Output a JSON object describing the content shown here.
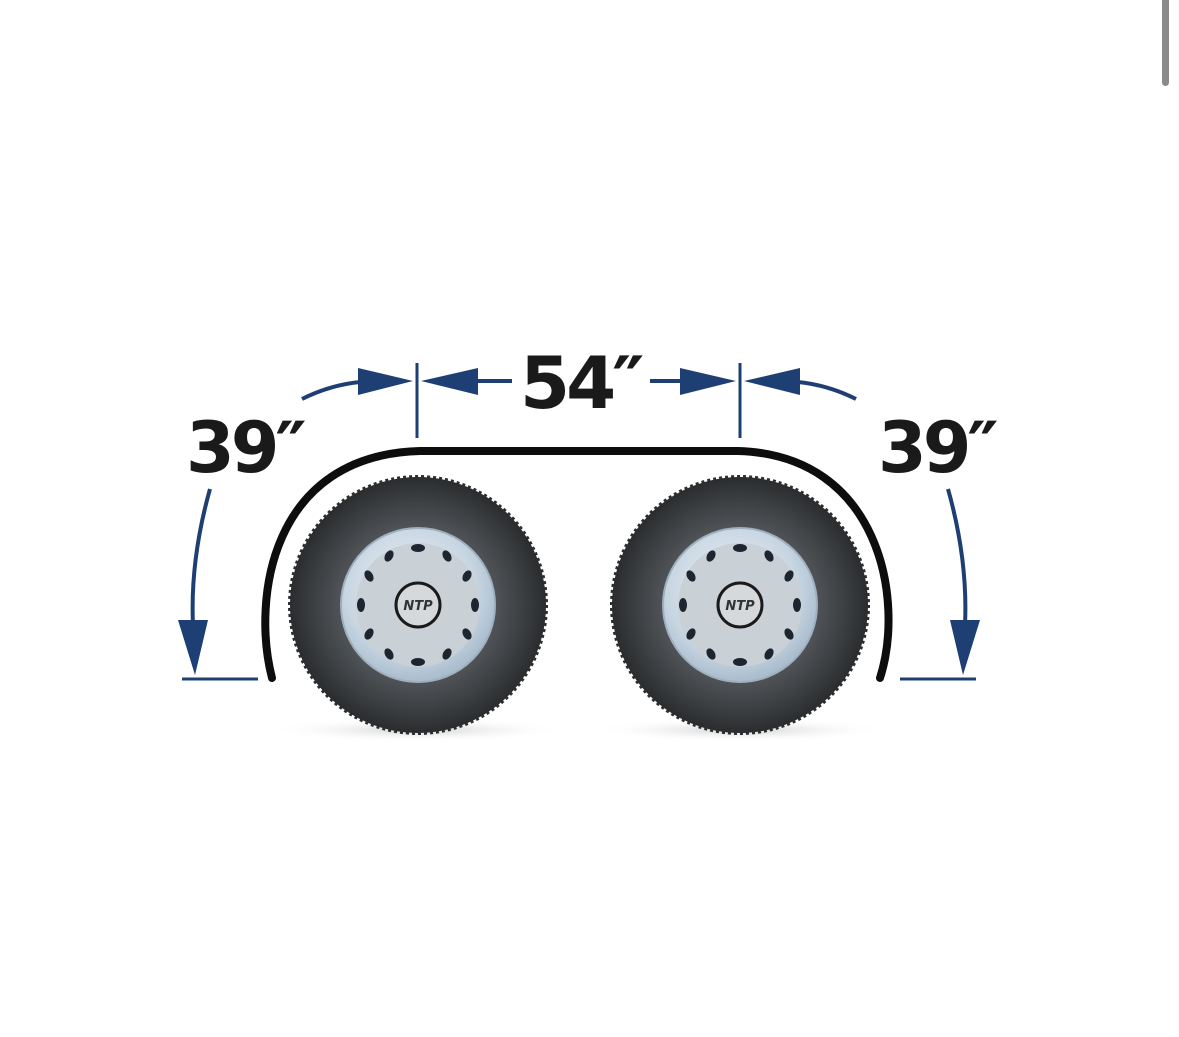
{
  "dimensions": {
    "left": "39″",
    "top": "54″",
    "right": "39″"
  },
  "hub_logo": "NTP",
  "colors": {
    "arrow": "#1d3f74",
    "fender": "#0d0d0d",
    "tire": "#3a3c3f",
    "rim": "#cfdbe6"
  }
}
